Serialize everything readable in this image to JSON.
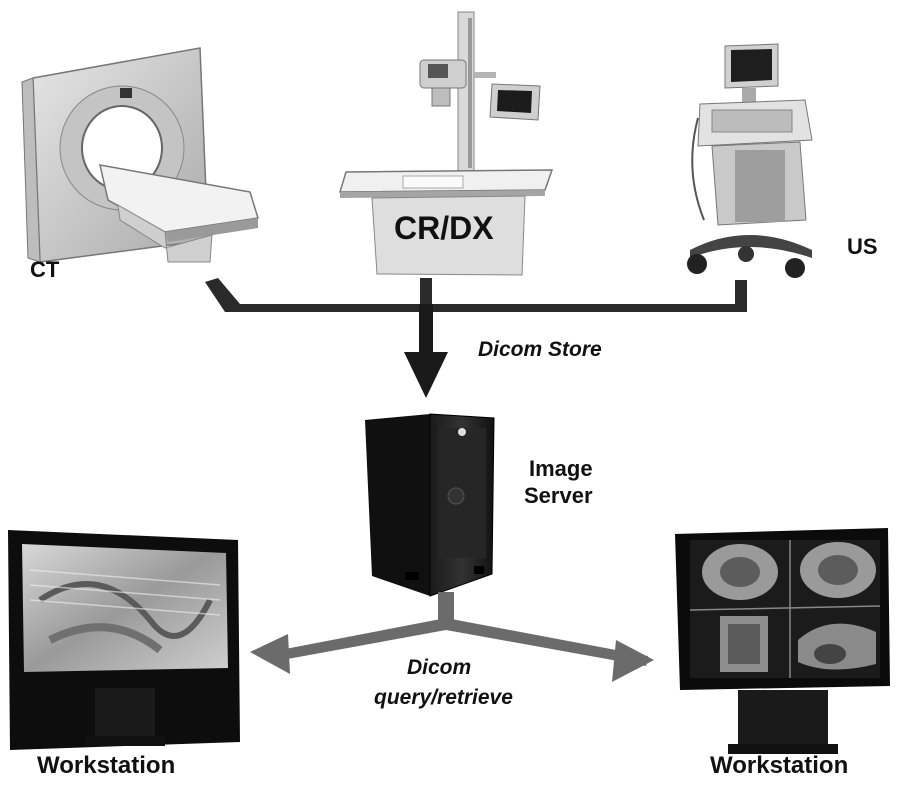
{
  "labels": {
    "ct": "CT",
    "crdx": "CR/DX",
    "us": "US",
    "dicom_store": "Dicom Store",
    "image_server_line1": "Image",
    "image_server_line2": "Server",
    "dicom_qr_line1": "Dicom",
    "dicom_qr_line2": "query/retrieve",
    "workstation_left": "Workstation",
    "workstation_right": "Workstation"
  }
}
